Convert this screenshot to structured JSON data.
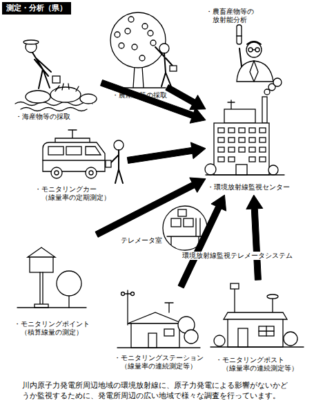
{
  "diagram": {
    "title": "測定・分析（県）",
    "caption": "川内原子力発電所周辺地域の環境放射線に、原子力発電による影響がないかどうか監視するために、発電所周辺の広い地域で様々な調査を行っています。",
    "nodes": [
      {
        "text": [
          "・海産物等の採取"
        ]
      },
      {
        "text": [
          "・農産物等の採取"
        ]
      },
      {
        "text": [
          "・農畜産物等の 放射能分析"
        ]
      },
      {
        "text": [
          "・モニタリングカー （線量率の定期測定）"
        ]
      },
      {
        "text": [
          "・環境放射線監視センター"
        ]
      },
      {
        "text": [
          "テレメータ室"
        ]
      },
      {
        "text": [
          "・モニタリングポイント （積算線量の測定）"
        ]
      },
      {
        "text": [
          "・モニタリングステーション （線量率の連続測定等）"
        ]
      },
      {
        "text": [
          "・モニタリングポスト （線量率の連続測定等）"
        ]
      }
    ],
    "edges": [
      {
        "from": 0,
        "to": 4,
        "arrow": "to"
      },
      {
        "from": 1,
        "to": 4,
        "arrow": "to"
      },
      {
        "from": 3,
        "to": 4,
        "arrow": "to"
      },
      {
        "from": 6,
        "to": 4,
        "arrow": "to"
      },
      {
        "from": 7,
        "to": 4,
        "arrow": "to"
      },
      {
        "from": 8,
        "to": 4,
        "arrow": "to"
      }
    ],
    "labels": [
      "環境放射線監視テレメータシステム"
    ]
  }
}
